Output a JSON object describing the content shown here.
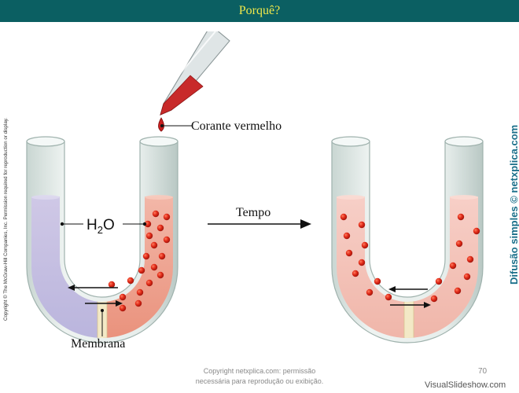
{
  "header": {
    "title": "Porquê?"
  },
  "side_copyright": "Copyright © The McGraw-Hill Companies, Inc. Permission required for reproduction or display.",
  "side_site": "Difusão simples © netxplica.com",
  "diagram": {
    "label_dye": "Corante vermelho",
    "label_water_main": "H",
    "label_water_sub": "2",
    "label_water_end": "O",
    "label_time": "Tempo",
    "label_membrane": "Membrana"
  },
  "footer": {
    "copyright_line1": "Copyright netxplica.com: permissão",
    "copyright_line2": "necessária para reprodução ou exibição.",
    "page_number": "70",
    "watermark_brand": "VisualSlideshow.com"
  },
  "colors": {
    "header_bg": "#0b5f62",
    "title": "#f0e84a",
    "dye": "#d9231a"
  }
}
